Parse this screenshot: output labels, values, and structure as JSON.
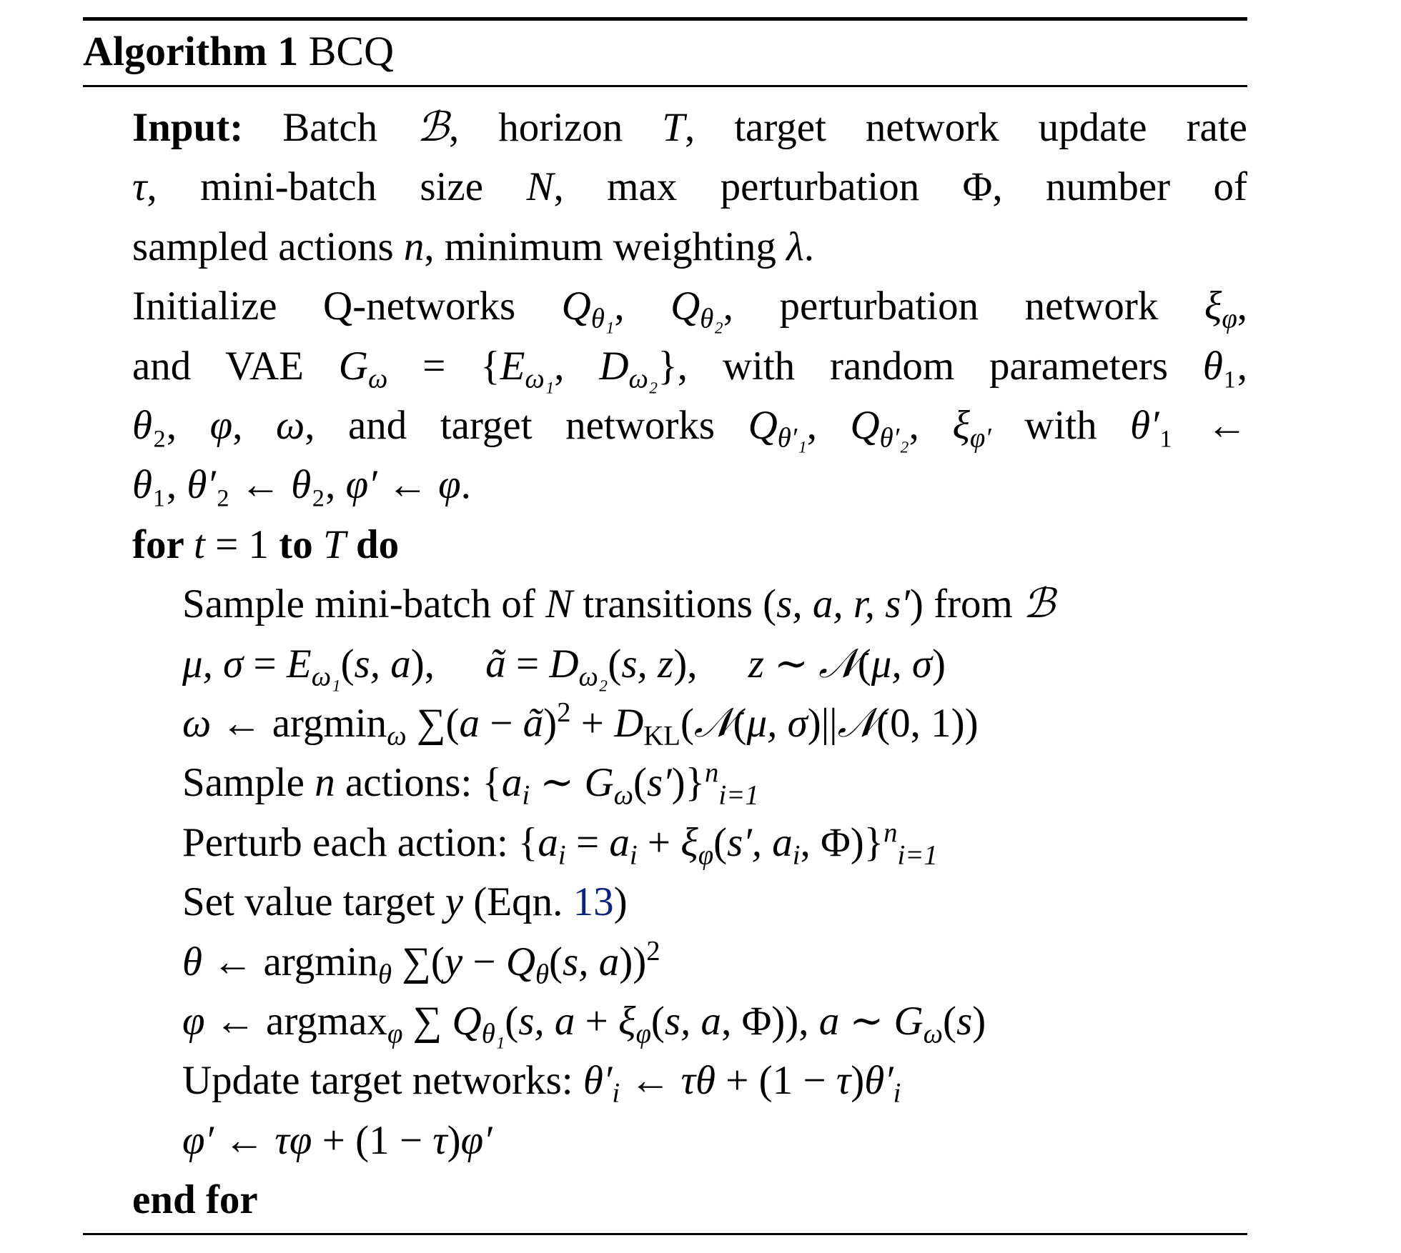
{
  "title": {
    "label": "Algorithm 1",
    "name": "BCQ"
  },
  "colors": {
    "link": "#0b2380"
  },
  "lines": [
    {
      "indent": 1,
      "justify": true,
      "segs": [
        {
          "s": "b",
          "t": "Input:"
        },
        {
          "s": "r",
          "t": " Batch "
        },
        {
          "s": "i",
          "t": "ℬ"
        },
        {
          "s": "r",
          "t": ", horizon "
        },
        {
          "s": "i",
          "t": "T"
        },
        {
          "s": "r",
          "t": ", target network update rate"
        }
      ]
    },
    {
      "indent": 1,
      "justify": true,
      "segs": [
        {
          "s": "i",
          "t": "τ"
        },
        {
          "s": "r",
          "t": ", mini-batch size "
        },
        {
          "s": "i",
          "t": "N"
        },
        {
          "s": "r",
          "t": ", max perturbation Φ, number of"
        }
      ]
    },
    {
      "indent": 1,
      "justify": false,
      "segs": [
        {
          "s": "r",
          "t": "sampled actions "
        },
        {
          "s": "i",
          "t": "n"
        },
        {
          "s": "r",
          "t": ", minimum weighting "
        },
        {
          "s": "i",
          "t": "λ"
        },
        {
          "s": "r",
          "t": "."
        }
      ]
    },
    {
      "indent": 1,
      "justify": true,
      "segs": [
        {
          "s": "r",
          "t": "Initialize Q-networks "
        },
        {
          "s": "i",
          "t": "Q"
        },
        {
          "s": "isub",
          "t": "θ₁"
        },
        {
          "s": "r",
          "t": ", "
        },
        {
          "s": "i",
          "t": "Q"
        },
        {
          "s": "isub",
          "t": "θ₂"
        },
        {
          "s": "r",
          "t": ", perturbation network "
        },
        {
          "s": "i",
          "t": "ξ"
        },
        {
          "s": "isub",
          "t": "φ"
        },
        {
          "s": "r",
          "t": ","
        }
      ]
    },
    {
      "indent": 1,
      "justify": true,
      "segs": [
        {
          "s": "r",
          "t": "and VAE "
        },
        {
          "s": "i",
          "t": "G"
        },
        {
          "s": "isub",
          "t": "ω"
        },
        {
          "s": "r",
          "t": " = {"
        },
        {
          "s": "i",
          "t": "E"
        },
        {
          "s": "isub",
          "t": "ω₁"
        },
        {
          "s": "r",
          "t": ", "
        },
        {
          "s": "i",
          "t": "D"
        },
        {
          "s": "isub",
          "t": "ω₂"
        },
        {
          "s": "r",
          "t": "}, with random parameters "
        },
        {
          "s": "i",
          "t": "θ"
        },
        {
          "s": "r",
          "t": "₁,"
        }
      ]
    },
    {
      "indent": 1,
      "justify": true,
      "segs": [
        {
          "s": "i",
          "t": "θ"
        },
        {
          "s": "r",
          "t": "₂, "
        },
        {
          "s": "i",
          "t": "φ"
        },
        {
          "s": "r",
          "t": ", "
        },
        {
          "s": "i",
          "t": "ω"
        },
        {
          "s": "r",
          "t": ", and target networks "
        },
        {
          "s": "i",
          "t": "Q"
        },
        {
          "s": "isub",
          "t": "θ′₁"
        },
        {
          "s": "r",
          "t": ", "
        },
        {
          "s": "i",
          "t": "Q"
        },
        {
          "s": "isub",
          "t": "θ′₂"
        },
        {
          "s": "r",
          "t": ", "
        },
        {
          "s": "i",
          "t": "ξ"
        },
        {
          "s": "isub",
          "t": "φ′"
        },
        {
          "s": "r",
          "t": " with "
        },
        {
          "s": "i",
          "t": "θ′"
        },
        {
          "s": "r",
          "t": "₁ ←"
        }
      ]
    },
    {
      "indent": 1,
      "justify": false,
      "segs": [
        {
          "s": "i",
          "t": "θ"
        },
        {
          "s": "r",
          "t": "₁, "
        },
        {
          "s": "i",
          "t": "θ′"
        },
        {
          "s": "r",
          "t": "₂ ← "
        },
        {
          "s": "i",
          "t": "θ"
        },
        {
          "s": "r",
          "t": "₂, "
        },
        {
          "s": "i",
          "t": "φ′"
        },
        {
          "s": "r",
          "t": " ← "
        },
        {
          "s": "i",
          "t": "φ"
        },
        {
          "s": "r",
          "t": "."
        }
      ]
    },
    {
      "indent": 1,
      "justify": false,
      "segs": [
        {
          "s": "b",
          "t": "for "
        },
        {
          "s": "i",
          "t": "t"
        },
        {
          "s": "r",
          "t": " = 1 "
        },
        {
          "s": "b",
          "t": "to "
        },
        {
          "s": "i",
          "t": "T"
        },
        {
          "s": "b",
          "t": " do"
        }
      ]
    },
    {
      "indent": 2,
      "justify": false,
      "segs": [
        {
          "s": "r",
          "t": "Sample mini-batch of "
        },
        {
          "s": "i",
          "t": "N"
        },
        {
          "s": "r",
          "t": " transitions ("
        },
        {
          "s": "i",
          "t": "s, a, r, s′"
        },
        {
          "s": "r",
          "t": ") from "
        },
        {
          "s": "i",
          "t": "ℬ"
        }
      ]
    },
    {
      "indent": 2,
      "justify": false,
      "segs": [
        {
          "s": "i",
          "t": "μ, σ"
        },
        {
          "s": "r",
          "t": " = "
        },
        {
          "s": "i",
          "t": "E"
        },
        {
          "s": "isub",
          "t": "ω₁"
        },
        {
          "s": "r",
          "t": "("
        },
        {
          "s": "i",
          "t": "s, a"
        },
        {
          "s": "r",
          "t": "),     "
        },
        {
          "s": "i",
          "t": "ã"
        },
        {
          "s": "r",
          "t": " = "
        },
        {
          "s": "i",
          "t": "D"
        },
        {
          "s": "isub",
          "t": "ω₂"
        },
        {
          "s": "r",
          "t": "("
        },
        {
          "s": "i",
          "t": "s, z"
        },
        {
          "s": "r",
          "t": "),     "
        },
        {
          "s": "i",
          "t": "z"
        },
        {
          "s": "r",
          "t": " ∼ "
        },
        {
          "s": "i",
          "t": "𝒩"
        },
        {
          "s": "r",
          "t": "("
        },
        {
          "s": "i",
          "t": "μ, σ"
        },
        {
          "s": "r",
          "t": ")"
        }
      ]
    },
    {
      "indent": 2,
      "justify": false,
      "segs": [
        {
          "s": "i",
          "t": "ω"
        },
        {
          "s": "r",
          "t": " ← argmin"
        },
        {
          "s": "isub",
          "t": "ω"
        },
        {
          "s": "r",
          "t": " ∑("
        },
        {
          "s": "i",
          "t": "a"
        },
        {
          "s": "r",
          "t": " − "
        },
        {
          "s": "i",
          "t": "ã"
        },
        {
          "s": "r",
          "t": ")"
        },
        {
          "s": "sup",
          "t": "2"
        },
        {
          "s": "r",
          "t": " + "
        },
        {
          "s": "i",
          "t": "D"
        },
        {
          "s": "sub",
          "t": "KL"
        },
        {
          "s": "r",
          "t": "("
        },
        {
          "s": "i",
          "t": "𝒩"
        },
        {
          "s": "r",
          "t": "("
        },
        {
          "s": "i",
          "t": "μ, σ"
        },
        {
          "s": "r",
          "t": ")||"
        },
        {
          "s": "i",
          "t": "𝒩"
        },
        {
          "s": "r",
          "t": "(0, 1))"
        }
      ]
    },
    {
      "indent": 2,
      "justify": false,
      "segs": [
        {
          "s": "r",
          "t": "Sample "
        },
        {
          "s": "i",
          "t": "n"
        },
        {
          "s": "r",
          "t": " actions: {"
        },
        {
          "s": "i",
          "t": "a"
        },
        {
          "s": "isub",
          "t": "i"
        },
        {
          "s": "r",
          "t": " ∼ "
        },
        {
          "s": "i",
          "t": "G"
        },
        {
          "s": "isub",
          "t": "ω"
        },
        {
          "s": "r",
          "t": "("
        },
        {
          "s": "i",
          "t": "s′"
        },
        {
          "s": "r",
          "t": ")}"
        },
        {
          "s": "stack",
          "t": "n",
          "u": "i=1"
        }
      ]
    },
    {
      "indent": 2,
      "justify": false,
      "segs": [
        {
          "s": "r",
          "t": "Perturb each action: {"
        },
        {
          "s": "i",
          "t": "a"
        },
        {
          "s": "isub",
          "t": "i"
        },
        {
          "s": "r",
          "t": " = "
        },
        {
          "s": "i",
          "t": "a"
        },
        {
          "s": "isub",
          "t": "i"
        },
        {
          "s": "r",
          "t": " + "
        },
        {
          "s": "i",
          "t": "ξ"
        },
        {
          "s": "isub",
          "t": "φ"
        },
        {
          "s": "r",
          "t": "("
        },
        {
          "s": "i",
          "t": "s′, a"
        },
        {
          "s": "isub",
          "t": "i"
        },
        {
          "s": "r",
          "t": ", Φ)}"
        },
        {
          "s": "stack",
          "t": "n",
          "u": "i=1"
        }
      ]
    },
    {
      "indent": 2,
      "justify": false,
      "segs": [
        {
          "s": "r",
          "t": "Set value target "
        },
        {
          "s": "i",
          "t": "y"
        },
        {
          "s": "r",
          "t": " (Eqn. "
        },
        {
          "s": "blue",
          "t": "13"
        },
        {
          "s": "r",
          "t": ")"
        }
      ]
    },
    {
      "indent": 2,
      "justify": false,
      "segs": [
        {
          "s": "i",
          "t": "θ"
        },
        {
          "s": "r",
          "t": " ← argmin"
        },
        {
          "s": "isub",
          "t": "θ"
        },
        {
          "s": "r",
          "t": " ∑("
        },
        {
          "s": "i",
          "t": "y"
        },
        {
          "s": "r",
          "t": " − "
        },
        {
          "s": "i",
          "t": "Q"
        },
        {
          "s": "isub",
          "t": "θ"
        },
        {
          "s": "r",
          "t": "("
        },
        {
          "s": "i",
          "t": "s, a"
        },
        {
          "s": "r",
          "t": "))"
        },
        {
          "s": "sup",
          "t": "2"
        }
      ]
    },
    {
      "indent": 2,
      "justify": false,
      "segs": [
        {
          "s": "i",
          "t": "φ"
        },
        {
          "s": "r",
          "t": " ← argmax"
        },
        {
          "s": "isub",
          "t": "φ"
        },
        {
          "s": "r",
          "t": " ∑ "
        },
        {
          "s": "i",
          "t": "Q"
        },
        {
          "s": "isub",
          "t": "θ₁"
        },
        {
          "s": "r",
          "t": "("
        },
        {
          "s": "i",
          "t": "s, a"
        },
        {
          "s": "r",
          "t": " + "
        },
        {
          "s": "i",
          "t": "ξ"
        },
        {
          "s": "isub",
          "t": "φ"
        },
        {
          "s": "r",
          "t": "("
        },
        {
          "s": "i",
          "t": "s, a"
        },
        {
          "s": "r",
          "t": ", Φ)), "
        },
        {
          "s": "i",
          "t": "a"
        },
        {
          "s": "r",
          "t": " ∼ "
        },
        {
          "s": "i",
          "t": "G"
        },
        {
          "s": "isub",
          "t": "ω"
        },
        {
          "s": "r",
          "t": "("
        },
        {
          "s": "i",
          "t": "s"
        },
        {
          "s": "r",
          "t": ")"
        }
      ]
    },
    {
      "indent": 2,
      "justify": false,
      "segs": [
        {
          "s": "r",
          "t": "Update target networks: "
        },
        {
          "s": "i",
          "t": "θ′"
        },
        {
          "s": "isub",
          "t": "i"
        },
        {
          "s": "r",
          "t": " ← "
        },
        {
          "s": "i",
          "t": "τθ"
        },
        {
          "s": "r",
          "t": " + (1 − "
        },
        {
          "s": "i",
          "t": "τ"
        },
        {
          "s": "r",
          "t": ")"
        },
        {
          "s": "i",
          "t": "θ′"
        },
        {
          "s": "isub",
          "t": "i"
        }
      ]
    },
    {
      "indent": 2,
      "justify": false,
      "segs": [
        {
          "s": "i",
          "t": "φ′"
        },
        {
          "s": "r",
          "t": " ← "
        },
        {
          "s": "i",
          "t": "τφ"
        },
        {
          "s": "r",
          "t": " + (1 − "
        },
        {
          "s": "i",
          "t": "τ"
        },
        {
          "s": "r",
          "t": ")"
        },
        {
          "s": "i",
          "t": "φ′"
        }
      ]
    },
    {
      "indent": 1,
      "justify": false,
      "segs": [
        {
          "s": "b",
          "t": "end for"
        }
      ]
    }
  ]
}
